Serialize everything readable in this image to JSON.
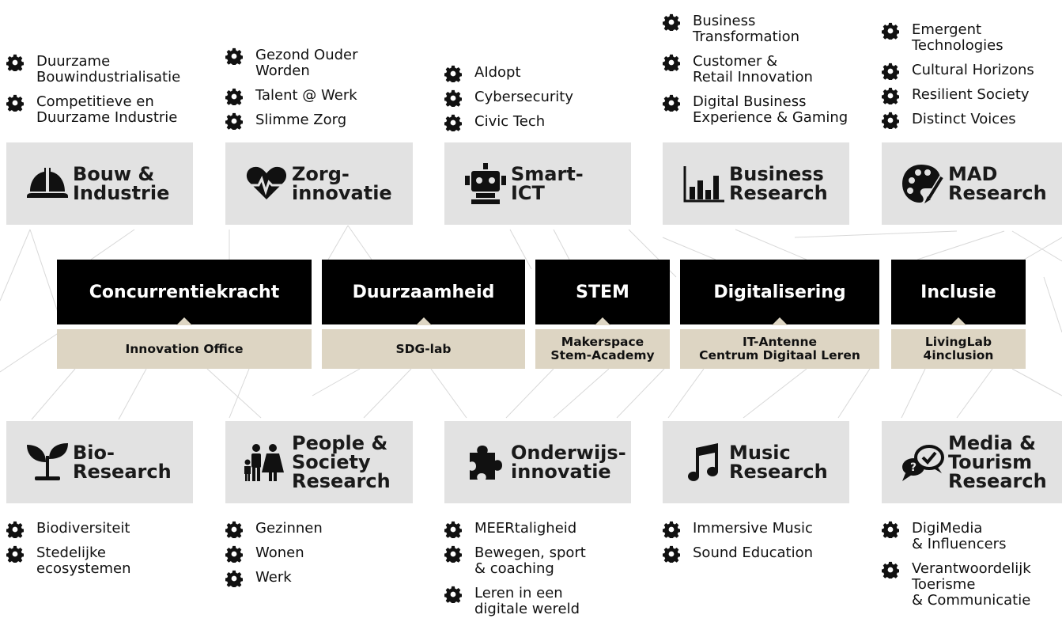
{
  "colors": {
    "box": "#e2e2e2",
    "theme": "#000000",
    "sub": "#ddd5c3",
    "line": "#d8d8d8"
  },
  "top_lists": [
    [
      "Duurzame\nBouwindustrialisatie",
      "Competitieve en\nDuurzame Industrie"
    ],
    [
      "Gezond Ouder\nWorden",
      "Talent @ Werk",
      "Slimme Zorg"
    ],
    [
      "AIdopt",
      "Cybersecurity",
      "Civic Tech"
    ],
    [
      "Business\nTransformation",
      "Customer &\nRetail Innovation",
      "Digital Business\nExperience & Gaming"
    ],
    [
      "Emergent\nTechnologies",
      "Cultural Horizons",
      "Resilient Society",
      "Distinct Voices"
    ]
  ],
  "top_groups": [
    {
      "title": "Bouw &\nIndustrie",
      "icon": "hard-hat-icon"
    },
    {
      "title": "Zorg-\ninnovatie",
      "icon": "heartbeat-icon"
    },
    {
      "title": "Smart-\nICT",
      "icon": "robot-icon"
    },
    {
      "title": "Business\nResearch",
      "icon": "bar-chart-icon"
    },
    {
      "title": "MAD\nResearch",
      "icon": "palette-brush-icon"
    }
  ],
  "themes": [
    "Concurrentiekracht",
    "Duurzaamheid",
    "STEM",
    "Digitalisering",
    "Inclusie"
  ],
  "subs": [
    "Innovation Office",
    "SDG-lab",
    "Makerspace\nStem-Academy",
    "IT-Antenne\nCentrum Digitaal Leren",
    "LivingLab\n4inclusion"
  ],
  "bottom_groups": [
    {
      "title": "Bio-\nResearch",
      "icon": "sprout-icon"
    },
    {
      "title": "People &\nSociety\nResearch",
      "icon": "family-icon"
    },
    {
      "title": "Onderwijs-\ninnovatie",
      "icon": "puzzle-icon"
    },
    {
      "title": "Music\nResearch",
      "icon": "music-note-icon"
    },
    {
      "title": "Media &\nTourism\nResearch",
      "icon": "speech-bubbles-icon"
    }
  ],
  "bottom_lists": [
    [
      "Biodiversiteit",
      "Stedelijke\necosystemen"
    ],
    [
      "Gezinnen",
      "Wonen",
      "Werk"
    ],
    [
      "MEERtaligheid",
      "Bewegen, sport\n& coaching",
      "Leren in een\ndigitale wereld"
    ],
    [
      "Immersive Music",
      "Sound Education"
    ],
    [
      "DigiMedia\n& Influencers",
      "Verantwoordelijk\nToerisme\n & Communicatie"
    ]
  ]
}
